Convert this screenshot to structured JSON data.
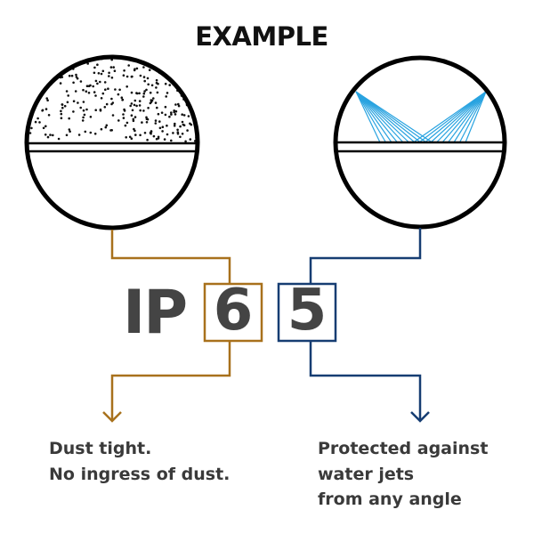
{
  "title": "EXAMPLE",
  "code": {
    "prefix": "IP",
    "first_digit": "6",
    "second_digit": "5"
  },
  "left": {
    "illustration": "dust-chamber",
    "description": [
      "Dust tight.",
      "No ingress of dust."
    ],
    "color": "#a8711c"
  },
  "right": {
    "illustration": "water-jets-chamber",
    "description": [
      "Protected against",
      "water jets",
      "from any angle"
    ],
    "color": "#163d72",
    "spray_color": "#29a3e0"
  }
}
